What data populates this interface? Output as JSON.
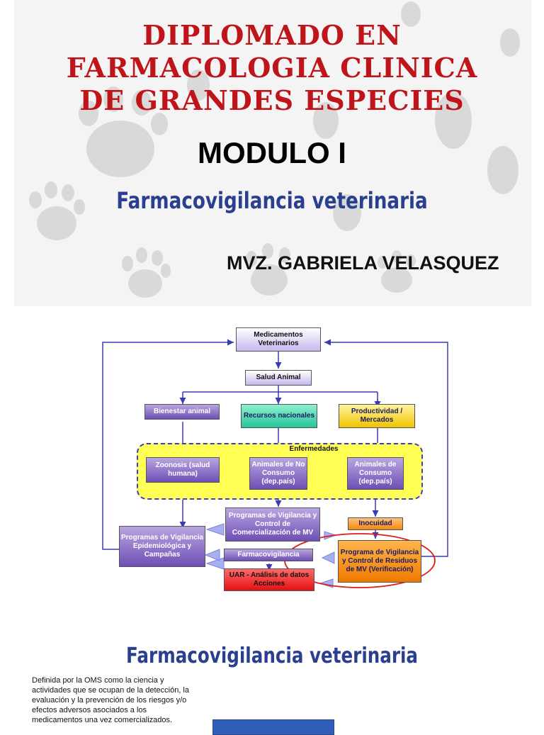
{
  "slide1": {
    "title_lines": [
      "DIPLOMADO EN",
      "FARMACOLOGIA CLINICA",
      "DE GRANDES ESPECIES"
    ],
    "module": "MODULO I",
    "subtitle": "Farmacovigilancia veterinaria",
    "author": "MVZ. GABRIELA VELASQUEZ"
  },
  "diagram": {
    "medicamentos": "Medicamentos Veterinarios",
    "salud": "Salud Animal",
    "bienestar": "Bienestar animal",
    "recursos": "Recursos nacionales",
    "productividad": "Productividad / Mercados",
    "enfermedades": "Enfermedades",
    "zoonosis": "Zoonosis (salud humana)",
    "no_consumo": "Animales de No Consumo (dep.país)",
    "consumo": "Animales de Consumo (dep.país)",
    "programas_comercializacion": "Programas de Vigilancia y Control de Comercialización de MV",
    "inocuidad": "Inocuidad",
    "programas_epidemiologica": "Programas de Vigilancia Epidemiológica y Campañas",
    "farmacovigilancia": "Farmacovigilancia",
    "programa_residuos": "Programa de Vigilancia y Control de Residuos de MV (Verificación)",
    "uar": "UAR - Análisis de datos Acciones"
  },
  "slide3": {
    "title": "Farmacovigilancia veterinaria",
    "paragraph": "Definida por la OMS como la ciencia y actividades que se ocupan de la detección, la evaluación y la prevención de los riesgos y/o efectos adversos asociados a los medicamentos una vez comercializados."
  },
  "colors": {
    "title_red": "#c0141b",
    "subtitle_blue": "#2a3f8f",
    "paw_gray": "#d8d8d8"
  }
}
